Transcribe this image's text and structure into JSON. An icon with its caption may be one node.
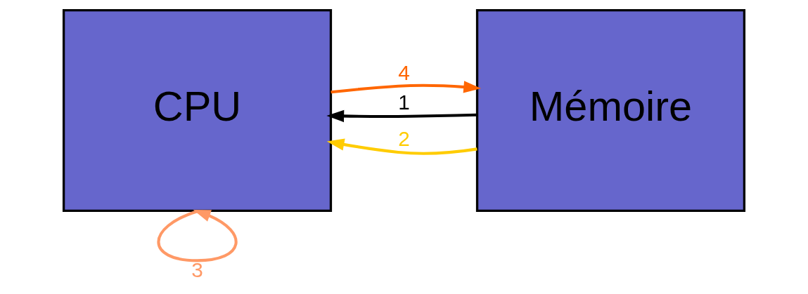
{
  "diagram": {
    "nodes": [
      {
        "text": [
          "CPU"
        ]
      },
      {
        "text": [
          "Mémoire"
        ]
      }
    ],
    "edges": [
      {
        "from": 1,
        "to": 0,
        "arrow": "to",
        "label": "1"
      },
      {
        "from": 1,
        "to": 0,
        "arrow": "to",
        "label": "2",
        "color": "#ffcc00"
      },
      {
        "from": 0,
        "to": 0,
        "arrow": "to",
        "label": "3",
        "color": "#ff9966"
      },
      {
        "from": 0,
        "to": 1,
        "arrow": "to",
        "label": "4",
        "color": "#ff6600"
      }
    ]
  }
}
